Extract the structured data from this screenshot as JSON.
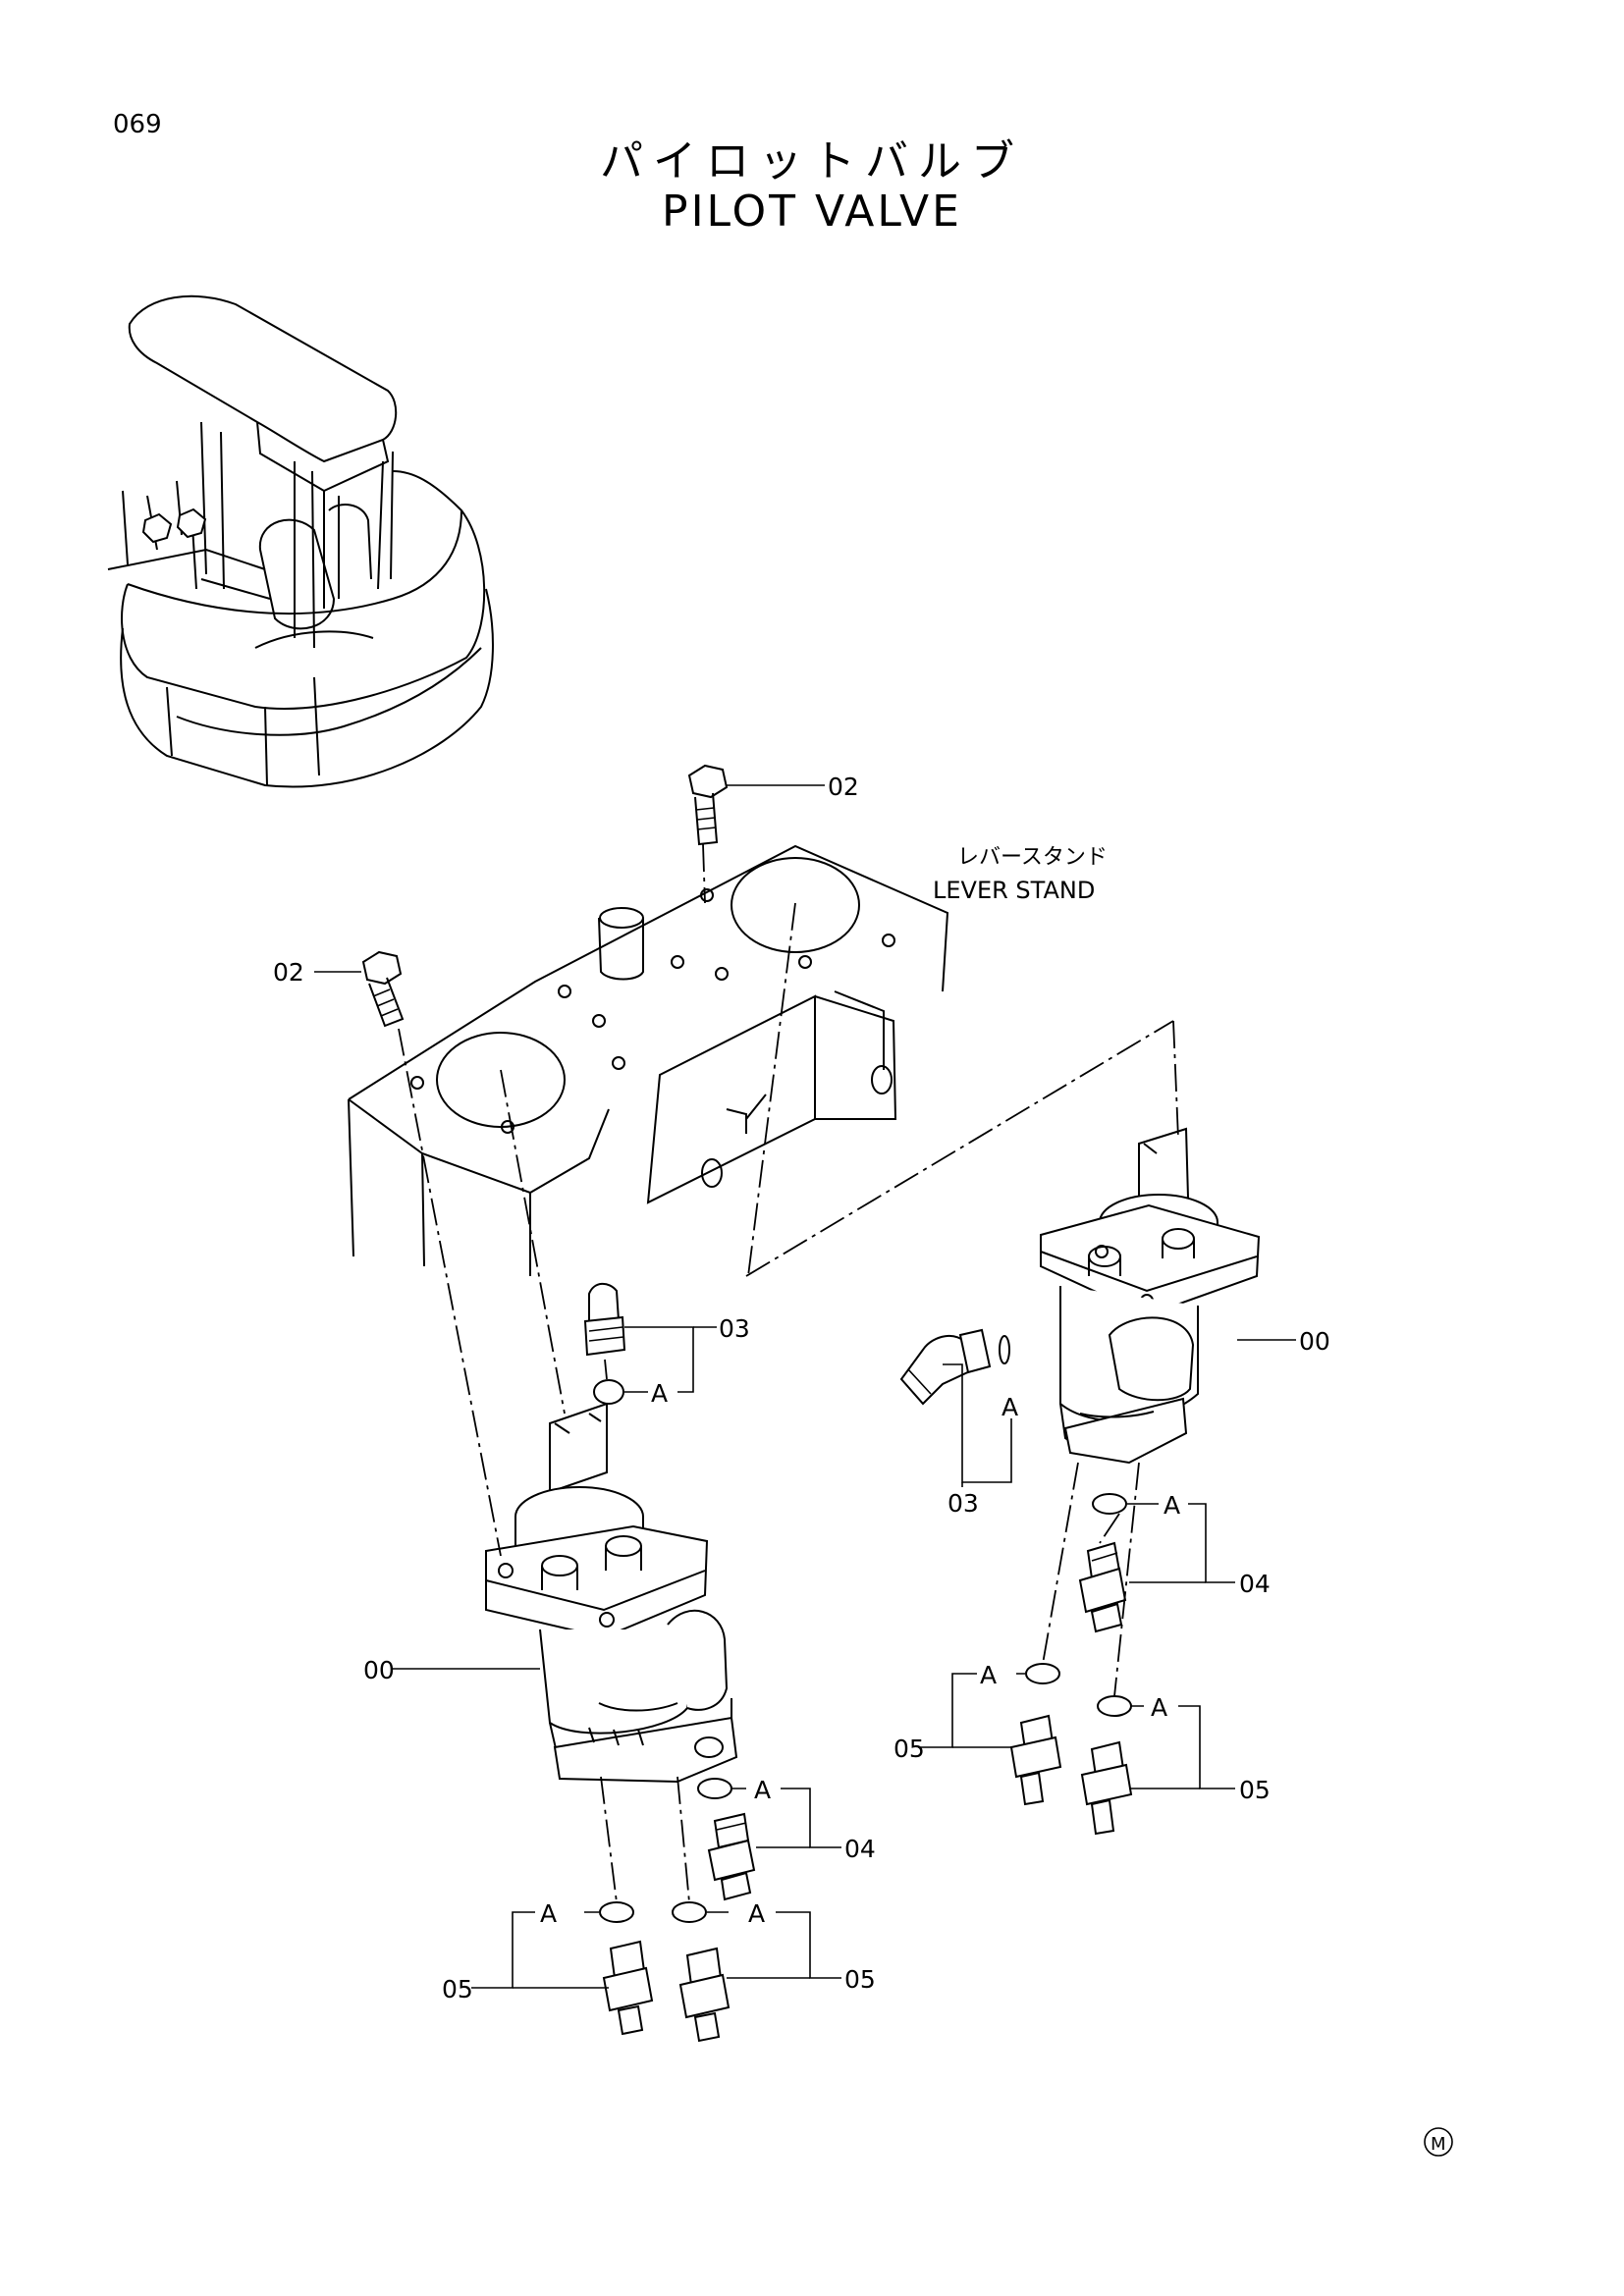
{
  "page": {
    "number": "069",
    "mark": "M"
  },
  "title": {
    "japanese": "パイロットバルブ",
    "english": "PILOT VALVE"
  },
  "reference": {
    "japanese": "レバースタンド",
    "english": "LEVER STAND"
  },
  "callouts": {
    "bolt_right": "02",
    "bolt_left": "02",
    "elbow_left": "03",
    "elbow_right": "03",
    "valve_right": "00",
    "valve_left": "00",
    "plug_right": "04",
    "plug_left": "04",
    "fitting_right_a": "05",
    "fitting_right_b": "05",
    "fitting_left_a": "05",
    "fitting_left_b": "05",
    "oring": "A"
  }
}
